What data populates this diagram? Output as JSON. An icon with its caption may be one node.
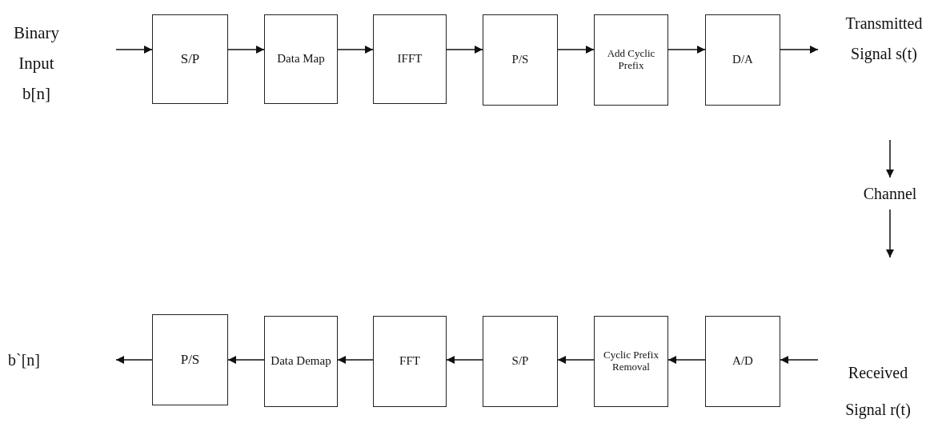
{
  "diagram": {
    "nodes": [
      {
        "text": [
          "Binary Input b[n]"
        ]
      },
      {
        "text": [
          "S/P"
        ]
      },
      {
        "text": [
          "Data Map"
        ]
      },
      {
        "text": [
          "IFFT"
        ]
      },
      {
        "text": [
          "P/S"
        ]
      },
      {
        "text": [
          "Add Cyclic Prefix"
        ]
      },
      {
        "text": [
          "D/A"
        ]
      },
      {
        "text": [
          "Transmitted Signal s(t)"
        ]
      },
      {
        "text": [
          "Channel"
        ]
      },
      {
        "text": [
          "Received",
          "Signal r(t)"
        ]
      },
      {
        "text": [
          "A/D"
        ]
      },
      {
        "text": [
          "Cyclic Prefix Removal"
        ]
      },
      {
        "text": [
          "S/P"
        ]
      },
      {
        "text": [
          "FFT"
        ]
      },
      {
        "text": [
          "Data Demap"
        ]
      },
      {
        "text": [
          "P/S"
        ]
      },
      {
        "text": [
          "b`[n]"
        ]
      }
    ],
    "edges": [
      {
        "from": null,
        "to": 1,
        "arrow": "to"
      },
      {
        "from": 1,
        "to": 2,
        "arrow": "to"
      },
      {
        "from": 2,
        "to": 3,
        "arrow": "to"
      },
      {
        "from": 3,
        "to": 4,
        "arrow": "to"
      },
      {
        "from": 4,
        "to": 5,
        "arrow": "to"
      },
      {
        "from": 5,
        "to": 6,
        "arrow": "to"
      },
      {
        "from": 6,
        "to": 7,
        "arrow": "to"
      },
      {
        "from": null,
        "to": 8,
        "arrow": "to"
      },
      {
        "from": 8,
        "to": null,
        "arrow": "to"
      },
      {
        "from": 9,
        "to": 10,
        "arrow": "to"
      },
      {
        "from": 10,
        "to": 11,
        "arrow": "to"
      },
      {
        "from": 11,
        "to": 12,
        "arrow": "to"
      },
      {
        "from": 12,
        "to": 13,
        "arrow": "to"
      },
      {
        "from": 13,
        "to": 14,
        "arrow": "to"
      },
      {
        "from": 14,
        "to": 15,
        "arrow": "to"
      },
      {
        "from": 15,
        "to": null,
        "arrow": "to"
      }
    ]
  }
}
